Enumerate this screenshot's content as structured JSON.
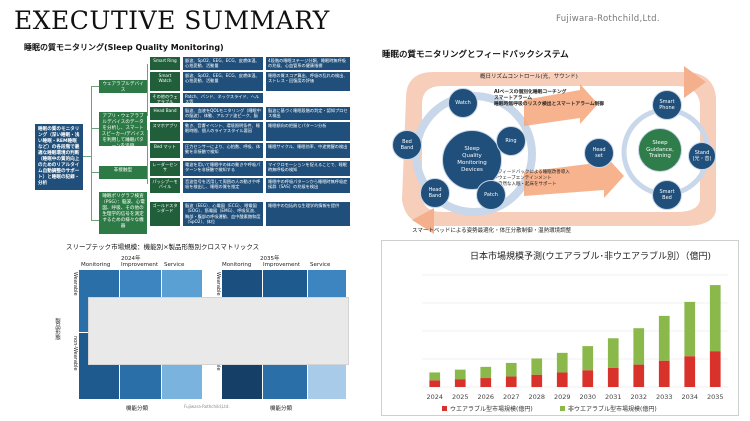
{
  "header": {
    "title": "EXECUTIVE SUMMARY",
    "company": "Fujiwara-Rothchild,Ltd."
  },
  "left_section": {
    "title": "睡眠の質モニタリング(Sleep Quality Monitoring)",
    "root": "睡眠の質のモニタリング（深い睡眠・浅い睡眠・REM睡眠など）の各段階で最適な睡眠環境の判断（睡眠中の質的向上のためのリアルタイム自動調整のサポート）と睡眠の記録・分析",
    "categories": [
      {
        "label": "ウェアラブルデバイス"
      },
      {
        "label": "アプリ・ウェアラブルデバイスのデータを分析し、スマートスピーカー/デバイスを利用して睡眠パターンを追跡"
      },
      {
        "label": "非接触型"
      },
      {
        "label": "睡眠ポリグラフ検査（PSG）：脳波、心電図、呼吸、その他の生理学的信号を測定するための様々な機器"
      }
    ],
    "devices": [
      {
        "name": "Smart Ring",
        "desc": "脈波、SpO2、EEG、ECG、皮膚体温、心拍変動、活動量",
        "detail": "4段階の睡眠ステージ分類、睡眠時無呼吸の兆候、心血管系の健康指標"
      },
      {
        "name": "Smart Watch",
        "desc": "脈波、SpO2、EEG、ECG、皮膚体温、心拍変動、活動量",
        "detail": "睡眠の質スコア算出、呼吸の乱れの検出、ストレス・回復度の評価"
      },
      {
        "name": "その他のウェアラブル",
        "desc": "Patch、バンド、ネックスライド、ヘルス等",
        "detail": ""
      },
      {
        "name": "Head Band",
        "desc": "脳波、血液をQOLモニタリング（睡眠中の脳波）、体動、アルファ波ピーク、脳のHRV",
        "detail": "脳波に基づく睡眠段階の判定・認知プロセス検出"
      },
      {
        "name": "スマホアプリ",
        "desc": "動き、音響イベント、環境照明条件、睡眠時間、個人のライフスタイル要因",
        "detail": "睡眠傾向の把握とパターン分析"
      },
      {
        "name": "Bed マット",
        "desc": "圧力センサーにより、心拍数、呼吸、体動を非接触で検知",
        "detail": "睡眠サイクル、睡眠効率、中途覚醒の検出"
      },
      {
        "name": "レーダーセンサ",
        "desc": "電波を用いて睡眠中の体の動きや呼吸パターンを非接触で検知する",
        "detail": "マイクロモーションを捉えることで、睡眠時無呼吸の検知"
      },
      {
        "name": "パッシブ一モバイル",
        "desc": "音波信号を活用して周囲の人の動きや呼吸を検出し、睡眠の質を推定",
        "detail": "睡眠中の呼吸パターンから睡眠時無呼吸症候群（SAS）の兆候を検出"
      },
      {
        "name": "ゴールドスタンダード",
        "desc": "脳波（EEG）、心電図（ECG）、眼電図（EOG）、筋電図（EMG）、呼吸気流、胸部・腹部の呼吸運動、血中酸素飽和度（SpO2）、体位",
        "detail": "睡眠中の包括的な生理学的情報を提供"
      }
    ]
  },
  "matrix": {
    "title": "スリープテック市場規模：機能別×製品形態別クロスマトリックス",
    "year_a": "2024年",
    "year_b": "2035年",
    "columns": [
      "Monitoring",
      "Improvement",
      "Service"
    ],
    "rows": [
      "Wearable",
      "non-Wearable"
    ],
    "row_axis": "製品形態",
    "col_axis": "機能分類",
    "footer": "Fujiwara-Rothchild,Ltd."
  },
  "diagram": {
    "title": "睡眠の質モニタリングとフィードバックシステム",
    "top_label": "概日リズムコントロール(光、サウンド)",
    "ai_text": "AIベースの個別化睡眠コーチング\nスマートアラーム\n睡眠時無呼吸のリスク検出とスマートアラーム制御",
    "neuro_text": "ニューロフィードバックによる睡眠改善導入\nブレインウェーブエンテインメント\n光と音で自然な入眠・起床をサポート",
    "bottom_label": "スマートベッドによる姿勢最適化・体圧分散制御・温熱環境調整",
    "center": "Sleep\nQuality\nMonitoring\nDevices",
    "ring_nodes": [
      "Watch",
      "Ring",
      "Patch",
      "Head\nBand",
      "Bed\nBand"
    ],
    "headset": "Head\nset",
    "guidance": "Sleep\nGuidance,\nTraining",
    "smart_phone": "Smart\nPhone",
    "stand": "Stand\n(光・音)",
    "smart_bed": "Smart\nBed"
  },
  "chart_data": {
    "type": "bar",
    "stacked": true,
    "title": "日本市場規模予測(ウエアラブル･非ウエアラブル別）（億円)",
    "categories": [
      "2024",
      "2025",
      "2026",
      "2027",
      "2028",
      "2029",
      "2030",
      "2031",
      "2032",
      "2033",
      "2034",
      "2035"
    ],
    "series": [
      {
        "name": "ウエアラブル型市場規模(億円)",
        "color": "#d9322b",
        "values": [
          12,
          14,
          16,
          19,
          22,
          26,
          30,
          34,
          40,
          47,
          55,
          64
        ]
      },
      {
        "name": "非ウエアラブル型市場規模(億円)",
        "color": "#8ab84a",
        "values": [
          14,
          17,
          20,
          24,
          29,
          35,
          43,
          53,
          65,
          80,
          97,
          118
        ]
      }
    ],
    "ylim": [
      0,
      200
    ],
    "grid": true,
    "legend": "bottom"
  }
}
